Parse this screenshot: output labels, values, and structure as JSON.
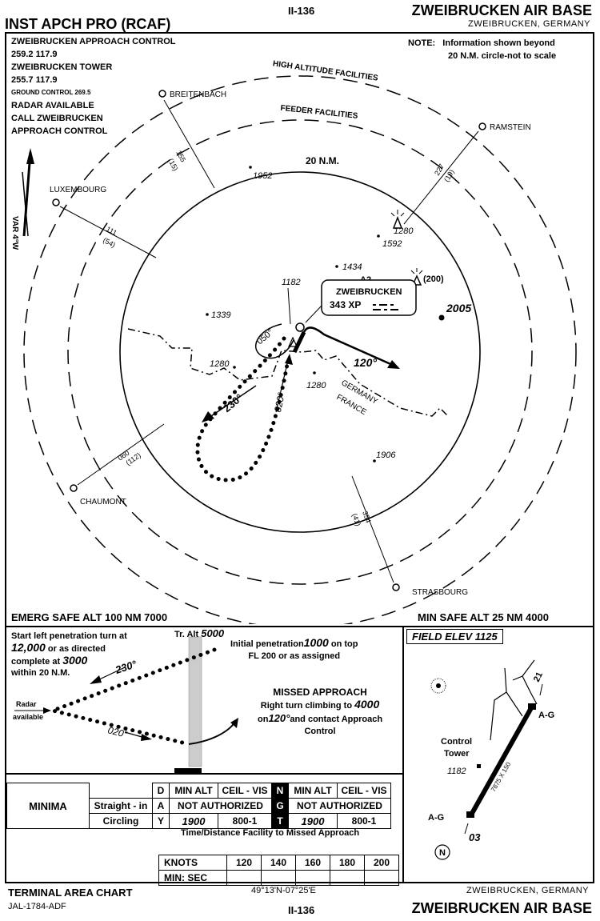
{
  "header": {
    "procedure": "INST APCH PRO (RCAF)",
    "page": "II-136",
    "airport": "ZWEIBRUCKEN AIR BASE",
    "location": "ZWEIBRUCKEN, GERMANY"
  },
  "comms": {
    "approach_control": "ZWEIBRUCKEN APPROACH CONTROL",
    "approach_freq": "259.2   117.9",
    "tower": "ZWEIBRUCKEN TOWER",
    "tower_freq": "255.7   117.9",
    "ground": "GROUND CONTROL  269.5",
    "radar": "RADAR AVAILABLE",
    "call": "CALL ZWEIBRUCKEN",
    "call2": "APPROACH CONTROL"
  },
  "note": {
    "label": "NOTE:",
    "text1": "Information shown beyond",
    "text2": "20 N.M. circle-not to scale"
  },
  "plan": {
    "ring_high": "HIGH ALTITUDE FACILITIES",
    "ring_feeder": "FEEDER FACILITIES",
    "ring_20nm": "20 N.M.",
    "variation": "VAR 4°W",
    "facilities": [
      {
        "name": "BREITENBACH",
        "course": "155",
        "dist": "(15)"
      },
      {
        "name": "RAMSTEIN",
        "course": "227",
        "dist": "(19)"
      },
      {
        "name": "LUXEMBOURG",
        "course": "111",
        "dist": "(54)"
      },
      {
        "name": "CHAUMONT",
        "course": "060",
        "dist": "(112)"
      },
      {
        "name": "STRASBOURG",
        "course": "354",
        "dist": "(41)"
      }
    ],
    "spot_elevations": [
      "1952",
      "1280",
      "1592",
      "1434",
      "1182",
      "1339",
      "1280",
      "1280",
      "2005",
      "1906"
    ],
    "obstacle": "(200)",
    "ndb_label": "A2",
    "ndb_name": "ZWEIBRUCKEN",
    "ndb_ident": "343  XP",
    "headings": {
      "outbound": "230°",
      "inbound": "020°",
      "missed": "120°",
      "hold": "050°"
    },
    "border_label1": "GERMANY",
    "border_label2": "FRANCE"
  },
  "safe_alt": {
    "emerg": "EMERG SAFE ALT 100 NM 7000",
    "min": "MIN SAFE ALT 25 NM 4000"
  },
  "profile": {
    "start_note1": "Start left penetration turn at",
    "start_alt": "12,000",
    "start_note2": " or as directed",
    "complete": "complete at ",
    "complete_alt": "3000",
    "within": "within  20 N.M.",
    "tr_alt": "Tr. Alt ",
    "tr_alt_val": "5000",
    "initial": "Initial penetration",
    "initial_alt": "1000",
    "initial_on_top": " on top",
    "fl": "FL 200 or as assigned",
    "hdg_out": "230°",
    "hdg_in": "020°",
    "radar": "Radar",
    "radar2": "available",
    "missed_title": "MISSED APPROACH",
    "missed1": "Right turn climbing to ",
    "missed_alt": "4000",
    "missed2a": "on",
    "missed_hdg": "120°",
    "missed2b": "and contact Approach",
    "missed3": "Control"
  },
  "field": {
    "elev": "FIELD ELEV 1125",
    "tower_label1": "Control",
    "tower_label2": "Tower",
    "tower_elev": "1182",
    "rwy_end1": "21",
    "rwy_end2": "03",
    "ag1": "A-G",
    "ag2": "A-G",
    "rwy_dims": "7875 X 150",
    "north": "N"
  },
  "minima": {
    "label": "MINIMA",
    "col_min_alt": "MIN ALT",
    "col_ceil_vis": "CEIL - VIS",
    "day": [
      "D",
      "A",
      "Y"
    ],
    "night": [
      "N",
      "G",
      "T"
    ],
    "rows": [
      {
        "name": "Straight - in",
        "day": "NOT AUTHORIZED",
        "night": "NOT AUTHORIZED"
      },
      {
        "name": "Circling",
        "day_alt": "1900",
        "day_cv": "800-1",
        "night_alt": "1900",
        "night_cv": "800-1"
      }
    ]
  },
  "time_distance": {
    "title": "Time/Distance Facility to Missed Approach",
    "knots_label": "KNOTS",
    "min_sec": "MIN:  SEC",
    "speeds": [
      "120",
      "140",
      "160",
      "180",
      "200"
    ]
  },
  "footer": {
    "chart": "TERMINAL AREA CHART",
    "chart_id": "JAL-1784-ADF",
    "coords": "49°13'N-07°25'E",
    "page": "II-136",
    "location": "ZWEIBRUCKEN, GERMANY",
    "airport": "ZWEIBRUCKEN AIR BASE"
  }
}
